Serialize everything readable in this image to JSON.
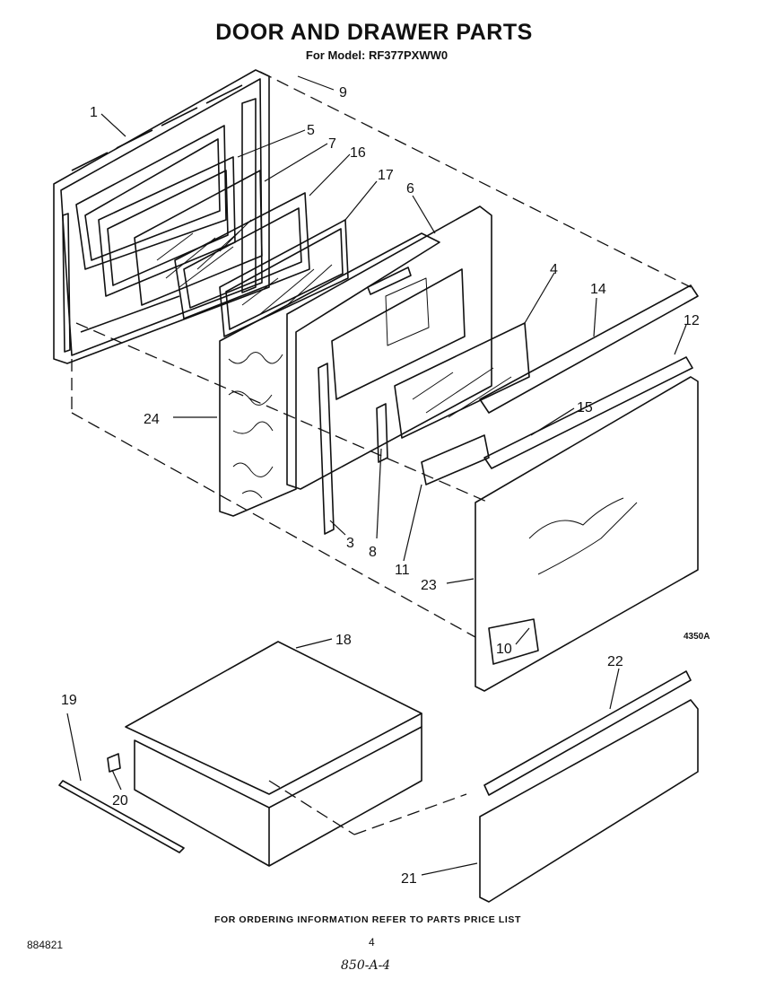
{
  "title": "DOOR AND DRAWER PARTS",
  "model": "For Model: RF377PXWW0",
  "ordering_note": "FOR ORDERING INFORMATION REFER TO PARTS PRICE LIST",
  "doc_number": "884821",
  "page_number": "4",
  "handwritten_note": "850-A-4",
  "drawing_ref": "4350A",
  "callouts": [
    "1",
    "5",
    "7",
    "16",
    "17",
    "6",
    "9",
    "4",
    "14",
    "12",
    "15",
    "24",
    "3",
    "8",
    "11",
    "23",
    "10",
    "18",
    "19",
    "20",
    "22",
    "21"
  ]
}
